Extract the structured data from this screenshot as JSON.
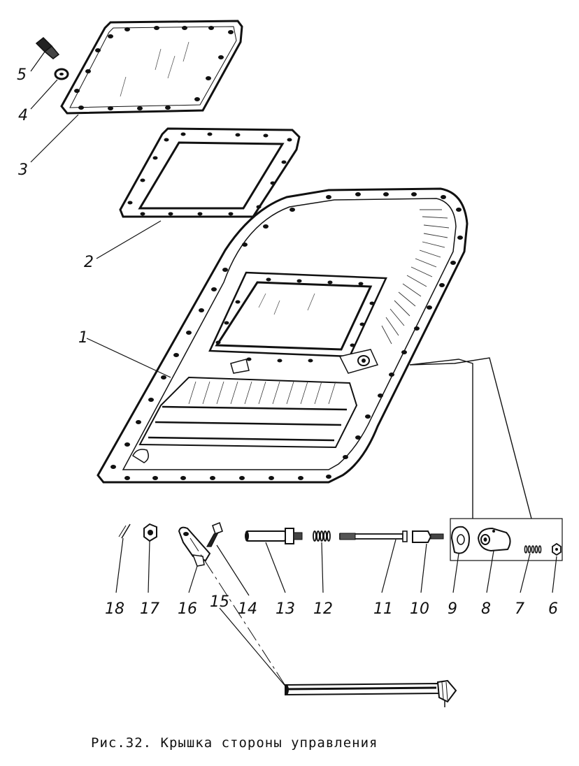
{
  "figure": {
    "caption": "Рис.32. Крышка стороны управления",
    "part_labels": [
      "1",
      "2",
      "3",
      "4",
      "5",
      "6",
      "7",
      "8",
      "9",
      "10",
      "11",
      "12",
      "13",
      "14",
      "15",
      "16",
      "17",
      "18"
    ]
  },
  "colors": {
    "ink": "#111111",
    "paper": "#ffffff",
    "hatch": "#555555"
  }
}
